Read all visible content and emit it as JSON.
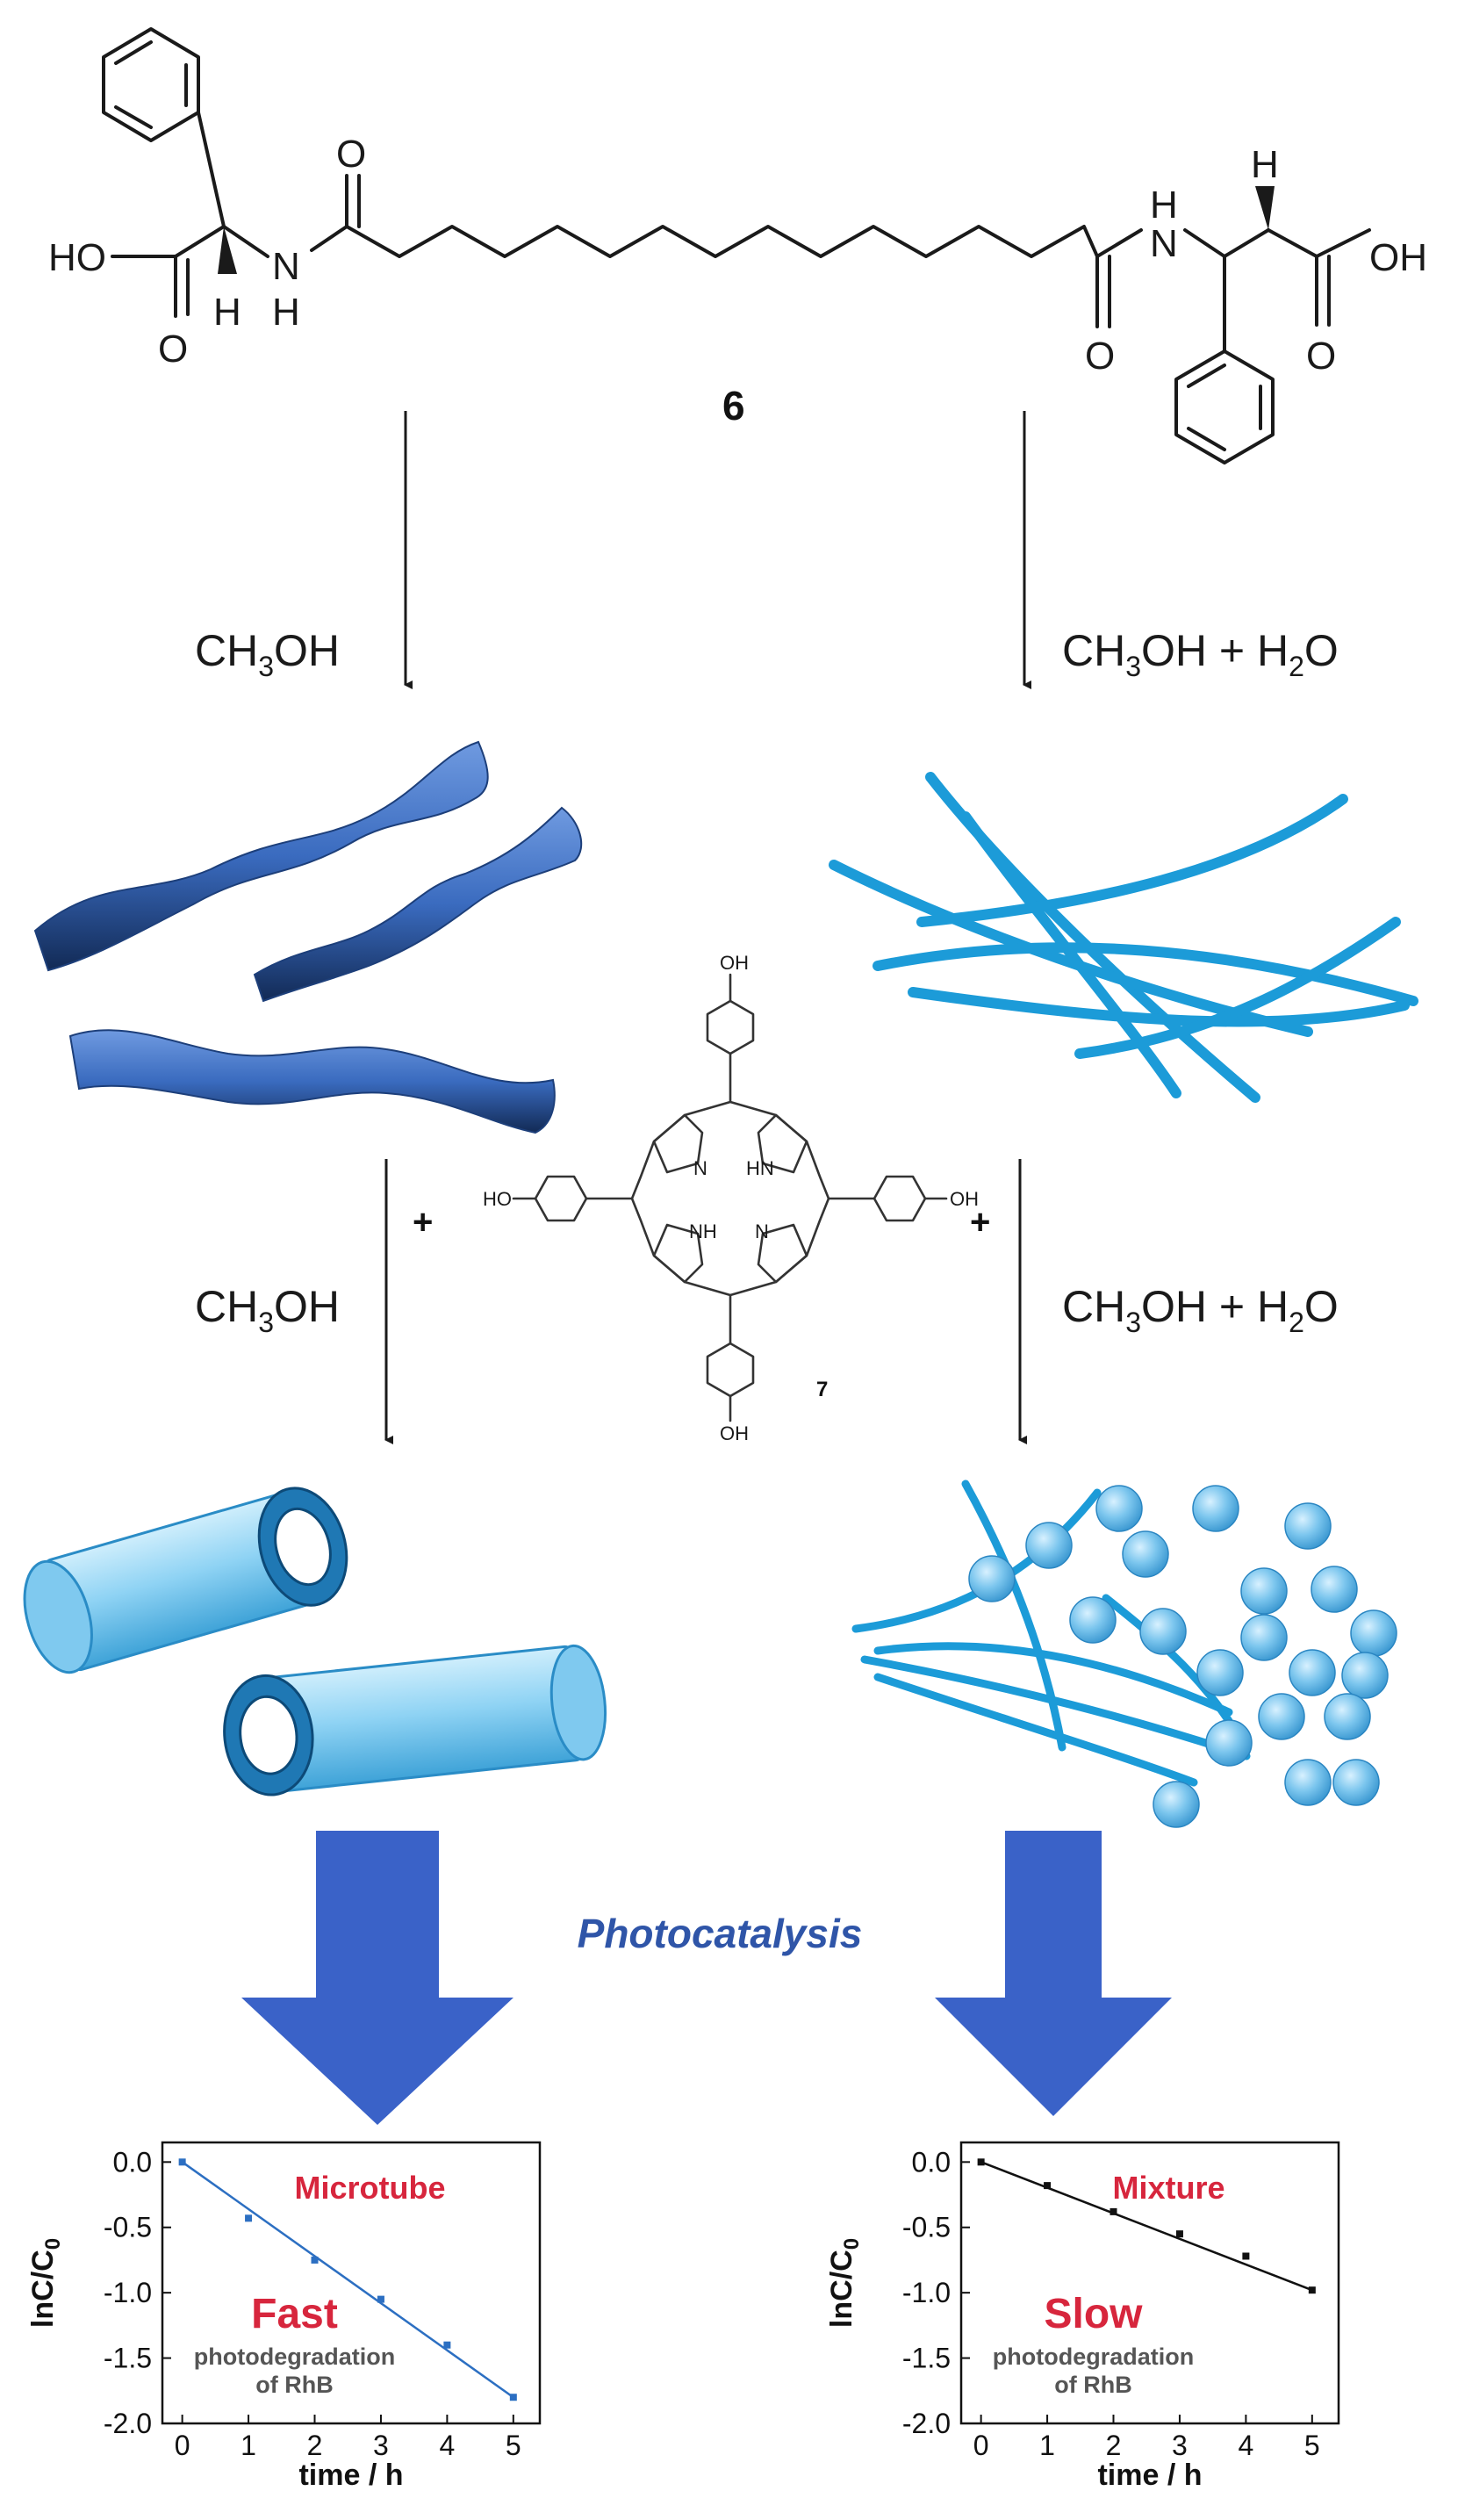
{
  "compound_labels": {
    "main": "6",
    "porphyrin": "7"
  },
  "molecule_6": {
    "left_acid": "HO",
    "left_carbonyl_o": "O",
    "left_h": "H",
    "left_nh_n": "N",
    "left_nh_h": "H",
    "amide_o_left": "O",
    "right_nh_h": "H",
    "right_nh_n": "N",
    "right_h": "H",
    "right_acid": "OH",
    "amide_o_right": "O",
    "right_carbonyl_o": "O"
  },
  "molecule_7": {
    "top_oh": "OH",
    "bottom_oh": "OH",
    "left_ho": "HO",
    "right_oh": "OH",
    "n_left": "N",
    "hn_right": "HN",
    "nh_left": "NH",
    "n_right": "N"
  },
  "conditions": {
    "left_top": "CH3OH",
    "right_top": "CH3OH + H2O",
    "left_mid": "CH3OH",
    "right_mid": "CH3OH + H2O",
    "plus_left": "+",
    "plus_right": "+"
  },
  "center_label": "Photocatalysis",
  "colors": {
    "ribbon": "#3a6bbf",
    "fiber": "#1c9bd8",
    "tube": "#4fb0e0",
    "sphere": "#58b4e6",
    "big_arrow": "#3a62c8",
    "photocatalysis_text": "#2f55a8",
    "plot_label_red": "#d7263d",
    "microtube_line": "#2c6fc2",
    "mixture_line": "#111111"
  },
  "chart_data": [
    {
      "type": "line",
      "xlabel": "time / h",
      "ylabel": "lnC/C0",
      "x_ticks": [
        "0",
        "1",
        "2",
        "3",
        "4",
        "5"
      ],
      "y_ticks": [
        "0.0",
        "-0.5",
        "-1.0",
        "-1.5",
        "-2.0"
      ],
      "xlim": [
        -0.3,
        5.4
      ],
      "ylim": [
        -2.0,
        0.15
      ],
      "series": [
        {
          "x": [
            0,
            1,
            2,
            3,
            4,
            5
          ],
          "y": [
            0.0,
            -0.43,
            -0.75,
            -1.05,
            -1.4,
            -1.8
          ]
        }
      ],
      "annotations": {
        "label": "Microtube",
        "speed": "Fast",
        "note_line1": "photodegradation",
        "note_line2": "of RhB"
      }
    },
    {
      "type": "line",
      "xlabel": "time / h",
      "ylabel": "lnC/C0",
      "x_ticks": [
        "0",
        "1",
        "2",
        "3",
        "4",
        "5"
      ],
      "y_ticks": [
        "0.0",
        "-0.5",
        "-1.0",
        "-1.5",
        "-2.0"
      ],
      "xlim": [
        -0.3,
        5.4
      ],
      "ylim": [
        -2.0,
        0.15
      ],
      "series": [
        {
          "x": [
            0,
            1,
            2,
            3,
            4,
            5
          ],
          "y": [
            0.0,
            -0.18,
            -0.38,
            -0.55,
            -0.72,
            -0.98
          ]
        }
      ],
      "annotations": {
        "label": "Mixture",
        "speed": "Slow",
        "note_line1": "photodegradation",
        "note_line2": "of RhB"
      }
    }
  ]
}
